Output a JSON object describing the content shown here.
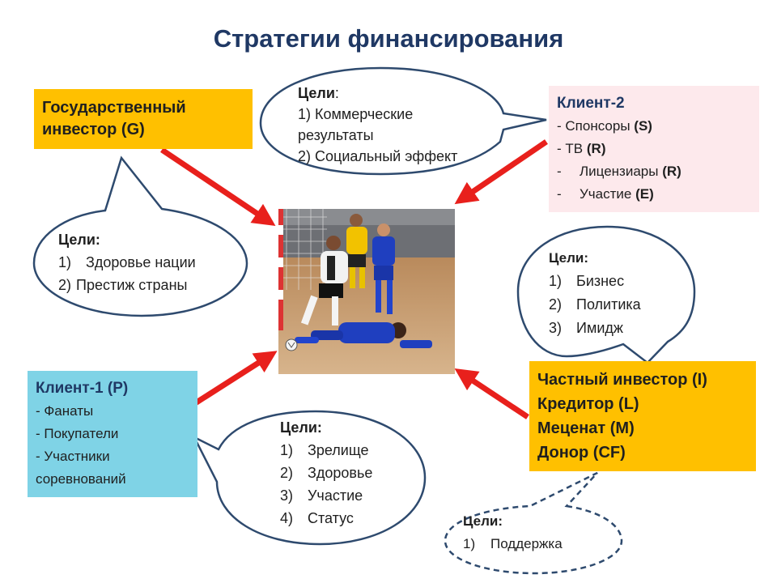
{
  "title": "Стратегии финансирования",
  "gov_investor": {
    "line1": "Государственный",
    "line2": "инвестор (G)"
  },
  "client2": {
    "head": "Клиент-2",
    "items": [
      {
        "marker": "-",
        "text": "Спонсоры",
        "code": "(S)"
      },
      {
        "marker": "-",
        "text": "ТВ",
        "code": "(R)"
      },
      {
        "marker": "-",
        "text": "Лицензиары",
        "code": "(R)"
      },
      {
        "marker": "-",
        "text": "Участие",
        "code": "(E)"
      }
    ]
  },
  "client1": {
    "head": "Клиент-1 (P)",
    "items": [
      "- Фанаты",
      "- Покупатели",
      "- Участники",
      "соревнований"
    ]
  },
  "private_investor": {
    "lines": [
      "Частный инвестор (I)",
      "Кредитор (L)",
      "Меценат (M)",
      "Донор (CF)"
    ]
  },
  "bubble_top": {
    "head": "Цели",
    "colon": ":",
    "lines": [
      "1) Коммерческие",
      "результаты",
      "2) Социальный эффект"
    ]
  },
  "bubble_gov": {
    "head": "Цели:",
    "items": [
      {
        "n": "1)",
        "t": "Здоровье нации"
      },
      {
        "n": "2)",
        "t": "Престиж страны"
      }
    ]
  },
  "bubble_right": {
    "head": "Цели:",
    "items": [
      {
        "n": "1)",
        "t": "Бизнес"
      },
      {
        "n": "2)",
        "t": "Политика"
      },
      {
        "n": "3)",
        "t": "Имидж"
      }
    ]
  },
  "bubble_client1": {
    "head": "Цели:",
    "items": [
      {
        "n": "1)",
        "t": "Зрелище"
      },
      {
        "n": "2)",
        "t": "Здоровье"
      },
      {
        "n": "3)",
        "t": "Участие"
      },
      {
        "n": "4)",
        "t": "Статус"
      }
    ]
  },
  "bubble_bottom": {
    "head": "Цели:",
    "items": [
      {
        "n": "1)",
        "t": "Поддержка"
      }
    ]
  },
  "colors": {
    "title": "#1f3864",
    "gold_box": "#ffc000",
    "pink_box": "#fde9ec",
    "cyan_box": "#7fd3e6",
    "arrow": "#e8201c",
    "bubble_stroke": "#2e4a6e"
  }
}
